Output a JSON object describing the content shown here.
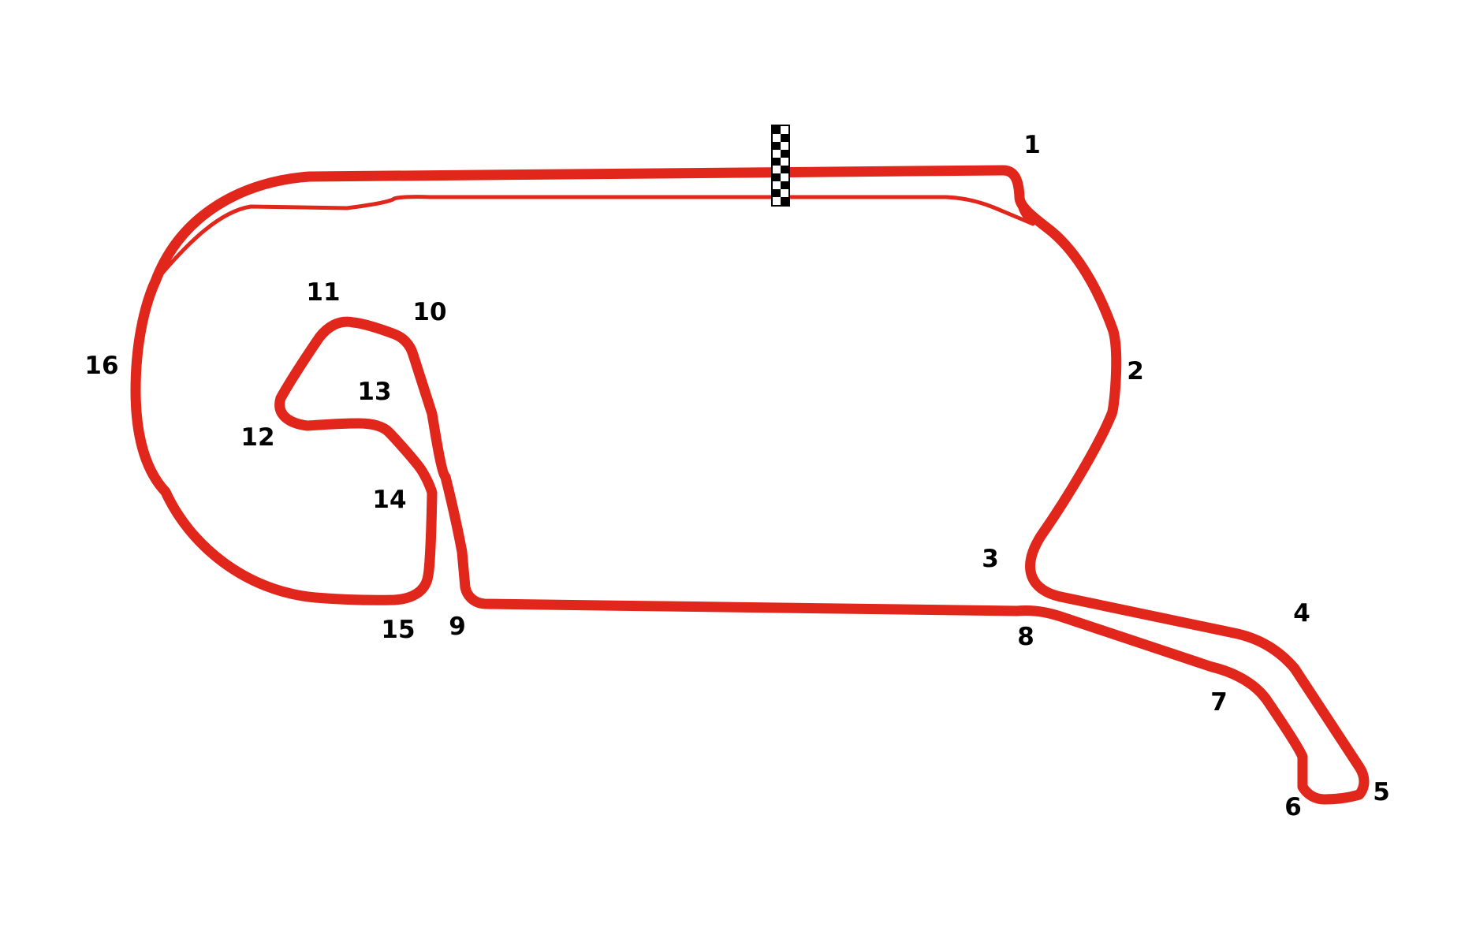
{
  "colors": {
    "track": "#e1261c",
    "background": "#ffffff",
    "label": "#000000",
    "flag_dark": "#000000",
    "flag_light": "#ffffff"
  },
  "icons": {
    "start_finish": "checkered-flag-icon"
  },
  "turns": [
    {
      "number": "1"
    },
    {
      "number": "2"
    },
    {
      "number": "3"
    },
    {
      "number": "4"
    },
    {
      "number": "5"
    },
    {
      "number": "6"
    },
    {
      "number": "7"
    },
    {
      "number": "8"
    },
    {
      "number": "9"
    },
    {
      "number": "10"
    },
    {
      "number": "11"
    },
    {
      "number": "12"
    },
    {
      "number": "13"
    },
    {
      "number": "14"
    },
    {
      "number": "15"
    },
    {
      "number": "16"
    }
  ]
}
